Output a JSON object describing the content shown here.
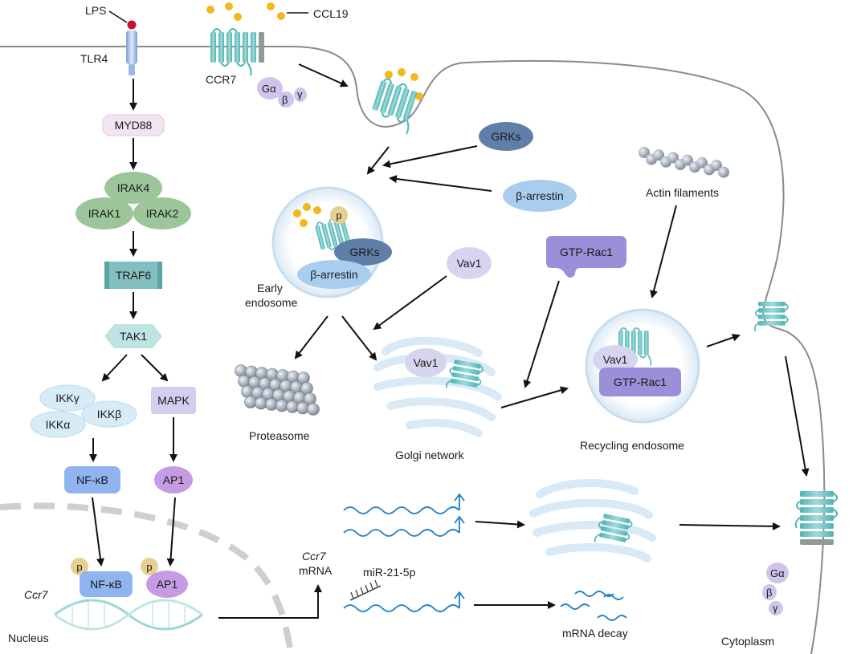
{
  "labels": {
    "lps": "LPS",
    "ccl19": "CCL19",
    "tlr4": "TLR4",
    "ccr7": "CCR7",
    "galpha": "Gα",
    "beta": "β",
    "gamma": "γ",
    "myd88": "MYD88",
    "irak4": "IRAK4",
    "irak1": "IRAK1",
    "irak2": "IRAK2",
    "traf6": "TRAF6",
    "tak1": "TAK1",
    "ikkg": "IKKγ",
    "ikka": "IKKα",
    "ikkb": "IKKβ",
    "mapk": "MAPK",
    "nfkb": "NF-κB",
    "ap1": "AP1",
    "p": "p",
    "ccr7_gene": "Ccr7",
    "nucleus": "Nucleus",
    "grks": "GRKs",
    "barrestin": "β-arrestin",
    "early_endosome_1": "Early",
    "early_endosome_2": "endosome",
    "vav1": "Vav1",
    "gtp_rac1": "GTP-Rac1",
    "actin": "Actin filaments",
    "proteasome": "Proteasome",
    "golgi": "Golgi network",
    "recycling": "Recycling endosome",
    "ccr7_mrna_1": "Ccr7",
    "ccr7_mrna_2": "mRNA",
    "mir": "miR-21-5p",
    "decay": "mRNA decay",
    "cytoplasm": "Cytoplasm"
  },
  "colors": {
    "receptor": "#5bbcbc",
    "receptor_dark": "#2f8f8f",
    "ligand": "#f2b81c",
    "lps": "#c0152a",
    "myd88": "#f3e4f2",
    "irak": "#9cc69a",
    "traf6": "#5aa3a3",
    "tak1": "#bde3e3",
    "ikk": "#d8ecf8",
    "mapk": "#d4cdf0",
    "nfkb": "#8fb4f0",
    "ap1": "#c59be3",
    "phospho": "#e6cf92",
    "grk": "#607fa8",
    "barrestin": "#a9cdee",
    "vav1": "#d7d4f0",
    "rac1": "#9a8fd8",
    "membrane": "#8a8a8a",
    "mrna": "#1f7fc4"
  }
}
